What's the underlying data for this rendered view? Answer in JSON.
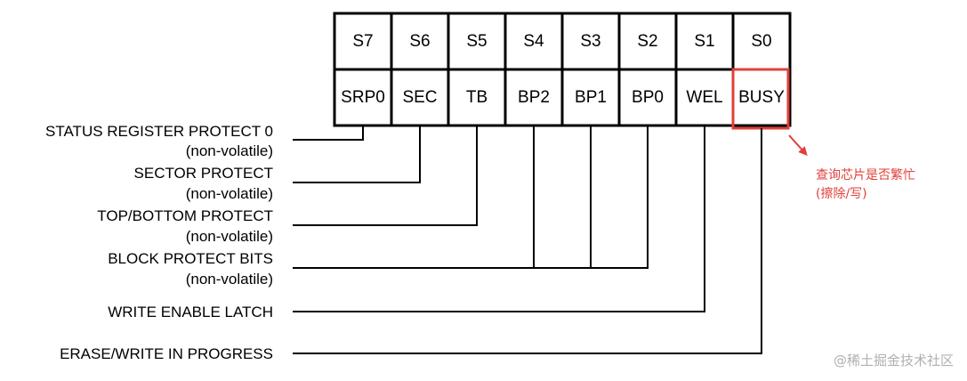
{
  "register": {
    "bits": [
      "S7",
      "S6",
      "S5",
      "S4",
      "S3",
      "S2",
      "S1",
      "S0"
    ],
    "names": [
      "SRP0",
      "SEC",
      "TB",
      "BP2",
      "BP1",
      "BP0",
      "WEL",
      "BUSY"
    ],
    "highlight_color": "#e0403a"
  },
  "labels": [
    {
      "title": "STATUS REGISTER PROTECT 0",
      "note": "(non-volatile)"
    },
    {
      "title": "SECTOR PROTECT",
      "note": "(non-volatile)"
    },
    {
      "title": "TOP/BOTTOM PROTECT",
      "note": "(non-volatile)"
    },
    {
      "title": "BLOCK PROTECT BITS",
      "note": "(non-volatile)"
    },
    {
      "title": "WRITE ENABLE LATCH",
      "note": ""
    },
    {
      "title": "ERASE/WRITE IN PROGRESS",
      "note": ""
    }
  ],
  "annotation": {
    "line1": "查询芯片是否繁忙",
    "line2": "(擦除/写)",
    "color": "#e0403a"
  },
  "watermark": {
    "text": "@稀土掘金技术社区",
    "color": "#b0b0b0"
  }
}
